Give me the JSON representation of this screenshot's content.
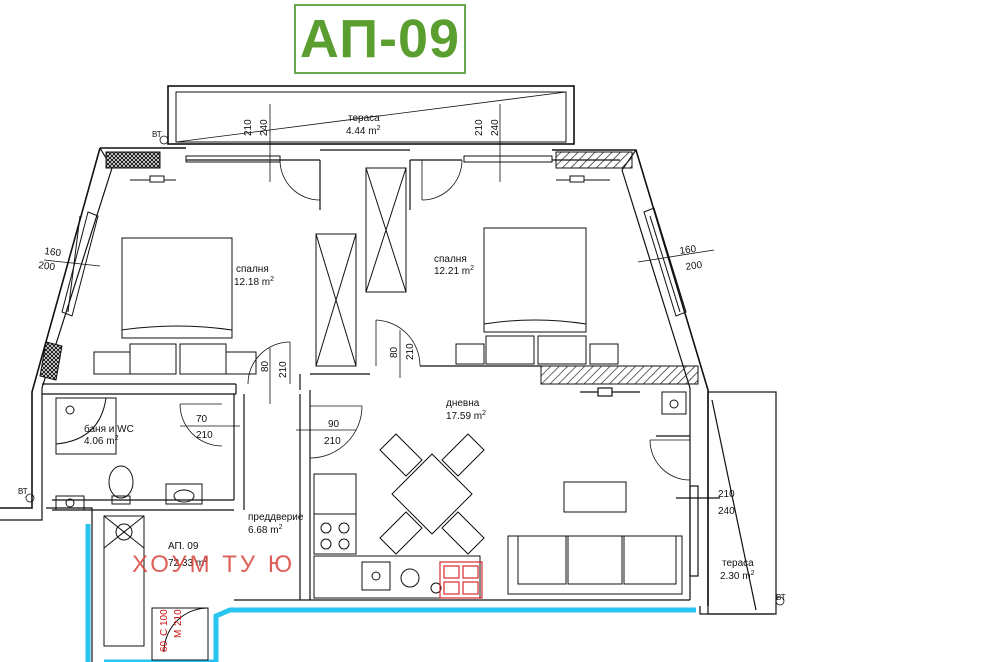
{
  "title": "АП-09",
  "apartment": {
    "label": "АП. 09",
    "area": "72.33 m",
    "sup": "2"
  },
  "watermark": "ХОУМ ТУ Ю",
  "rooms": [
    {
      "name": "тераса",
      "area": "4.44 m",
      "sup": "2"
    },
    {
      "name": "спалня",
      "area": "12.18 m",
      "sup": "2"
    },
    {
      "name": "спалня",
      "area": "12.21 m",
      "sup": "2"
    },
    {
      "name": "баня и WC",
      "area": "4.06 m",
      "sup": "2"
    },
    {
      "name": "дневна",
      "area": "17.59 m",
      "sup": "2"
    },
    {
      "name": "преддверие",
      "area": "6.68 m",
      "sup": "2"
    },
    {
      "name": "тераса",
      "area": "2.30 m",
      "sup": "2"
    }
  ],
  "dimensions": [
    "210",
    "240",
    "210",
    "240",
    "160",
    "200",
    "160",
    "200",
    "80",
    "210",
    "80",
    "210",
    "70",
    "210",
    "90",
    "210",
    "210",
    "240"
  ],
  "markers": {
    "bt": "ВТ",
    "shaft": [
      "60",
      "С",
      "100",
      "М",
      "210"
    ]
  },
  "colors": {
    "accent": "#6aa84f",
    "wall": "#111111",
    "shaft": "#29c5f0",
    "stove": "#d42a2a",
    "watermark": "#d8453b"
  }
}
